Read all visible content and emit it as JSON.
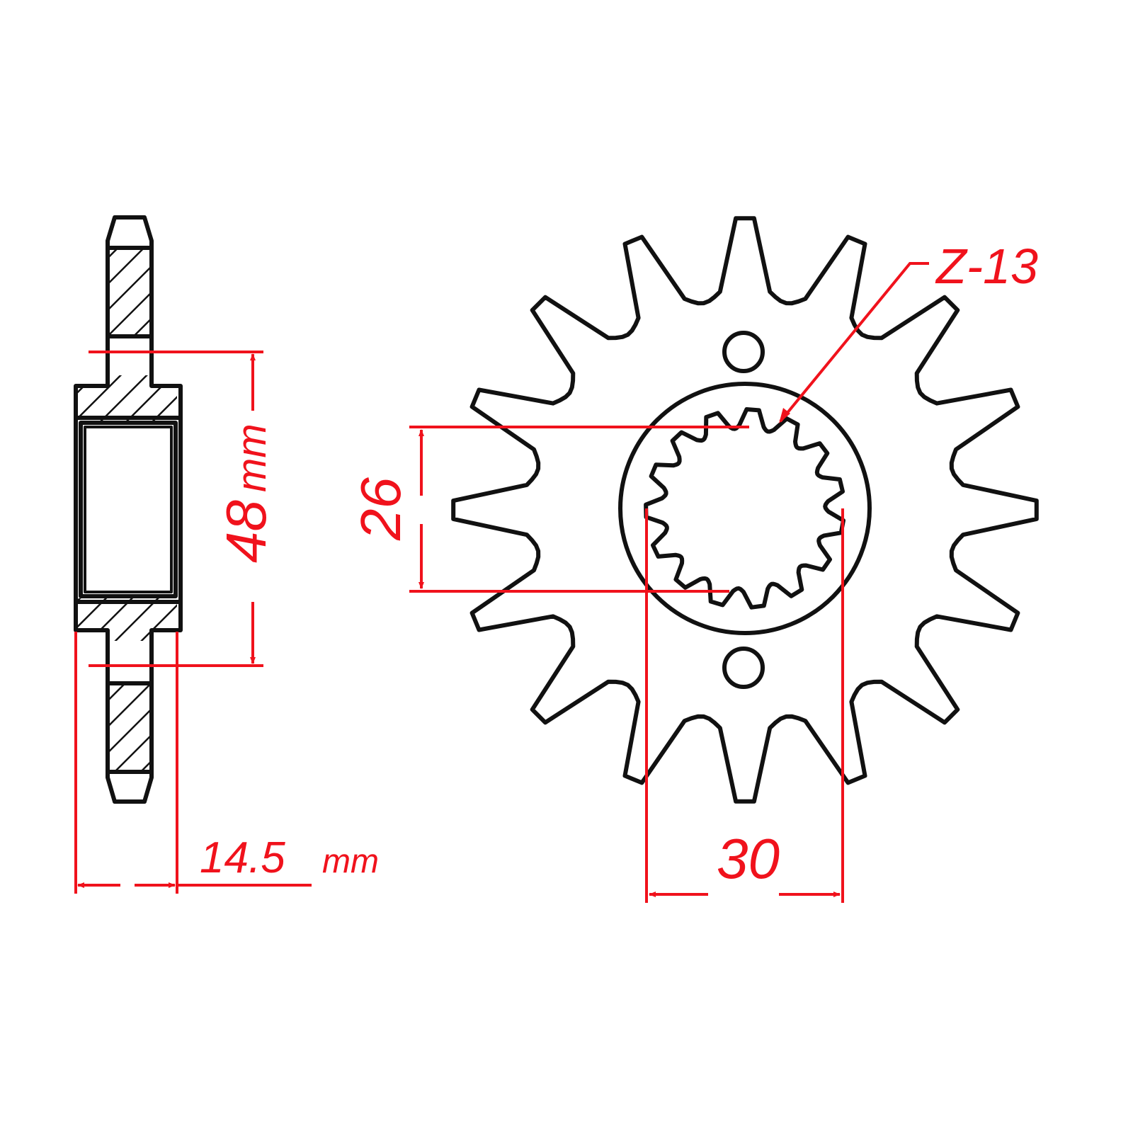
{
  "dimensions": {
    "teeth_label": "Z-13",
    "inner_spline_label": "26",
    "outer_spline_label": "30",
    "bolt_circle_value": "48",
    "bolt_circle_unit": "mm",
    "thickness_value": "14.5",
    "thickness_unit": "mm"
  },
  "colors": {
    "dimension": "#f0121c",
    "outline": "#111111"
  }
}
